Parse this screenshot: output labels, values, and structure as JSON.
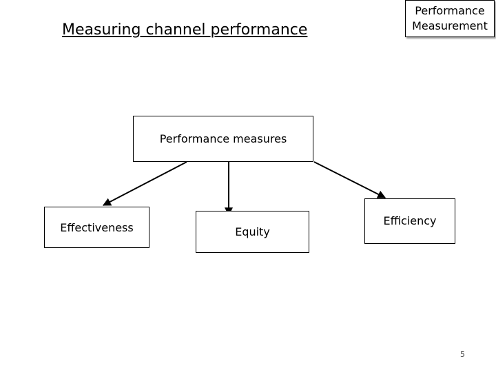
{
  "slide": {
    "title": "Measuring channel performance",
    "tag": [
      "Performance",
      "Measurement"
    ],
    "page_number": "5"
  },
  "diagram": {
    "root": "Performance measures",
    "children": [
      "Effectiveness",
      "Equity",
      "Efficiency"
    ]
  }
}
